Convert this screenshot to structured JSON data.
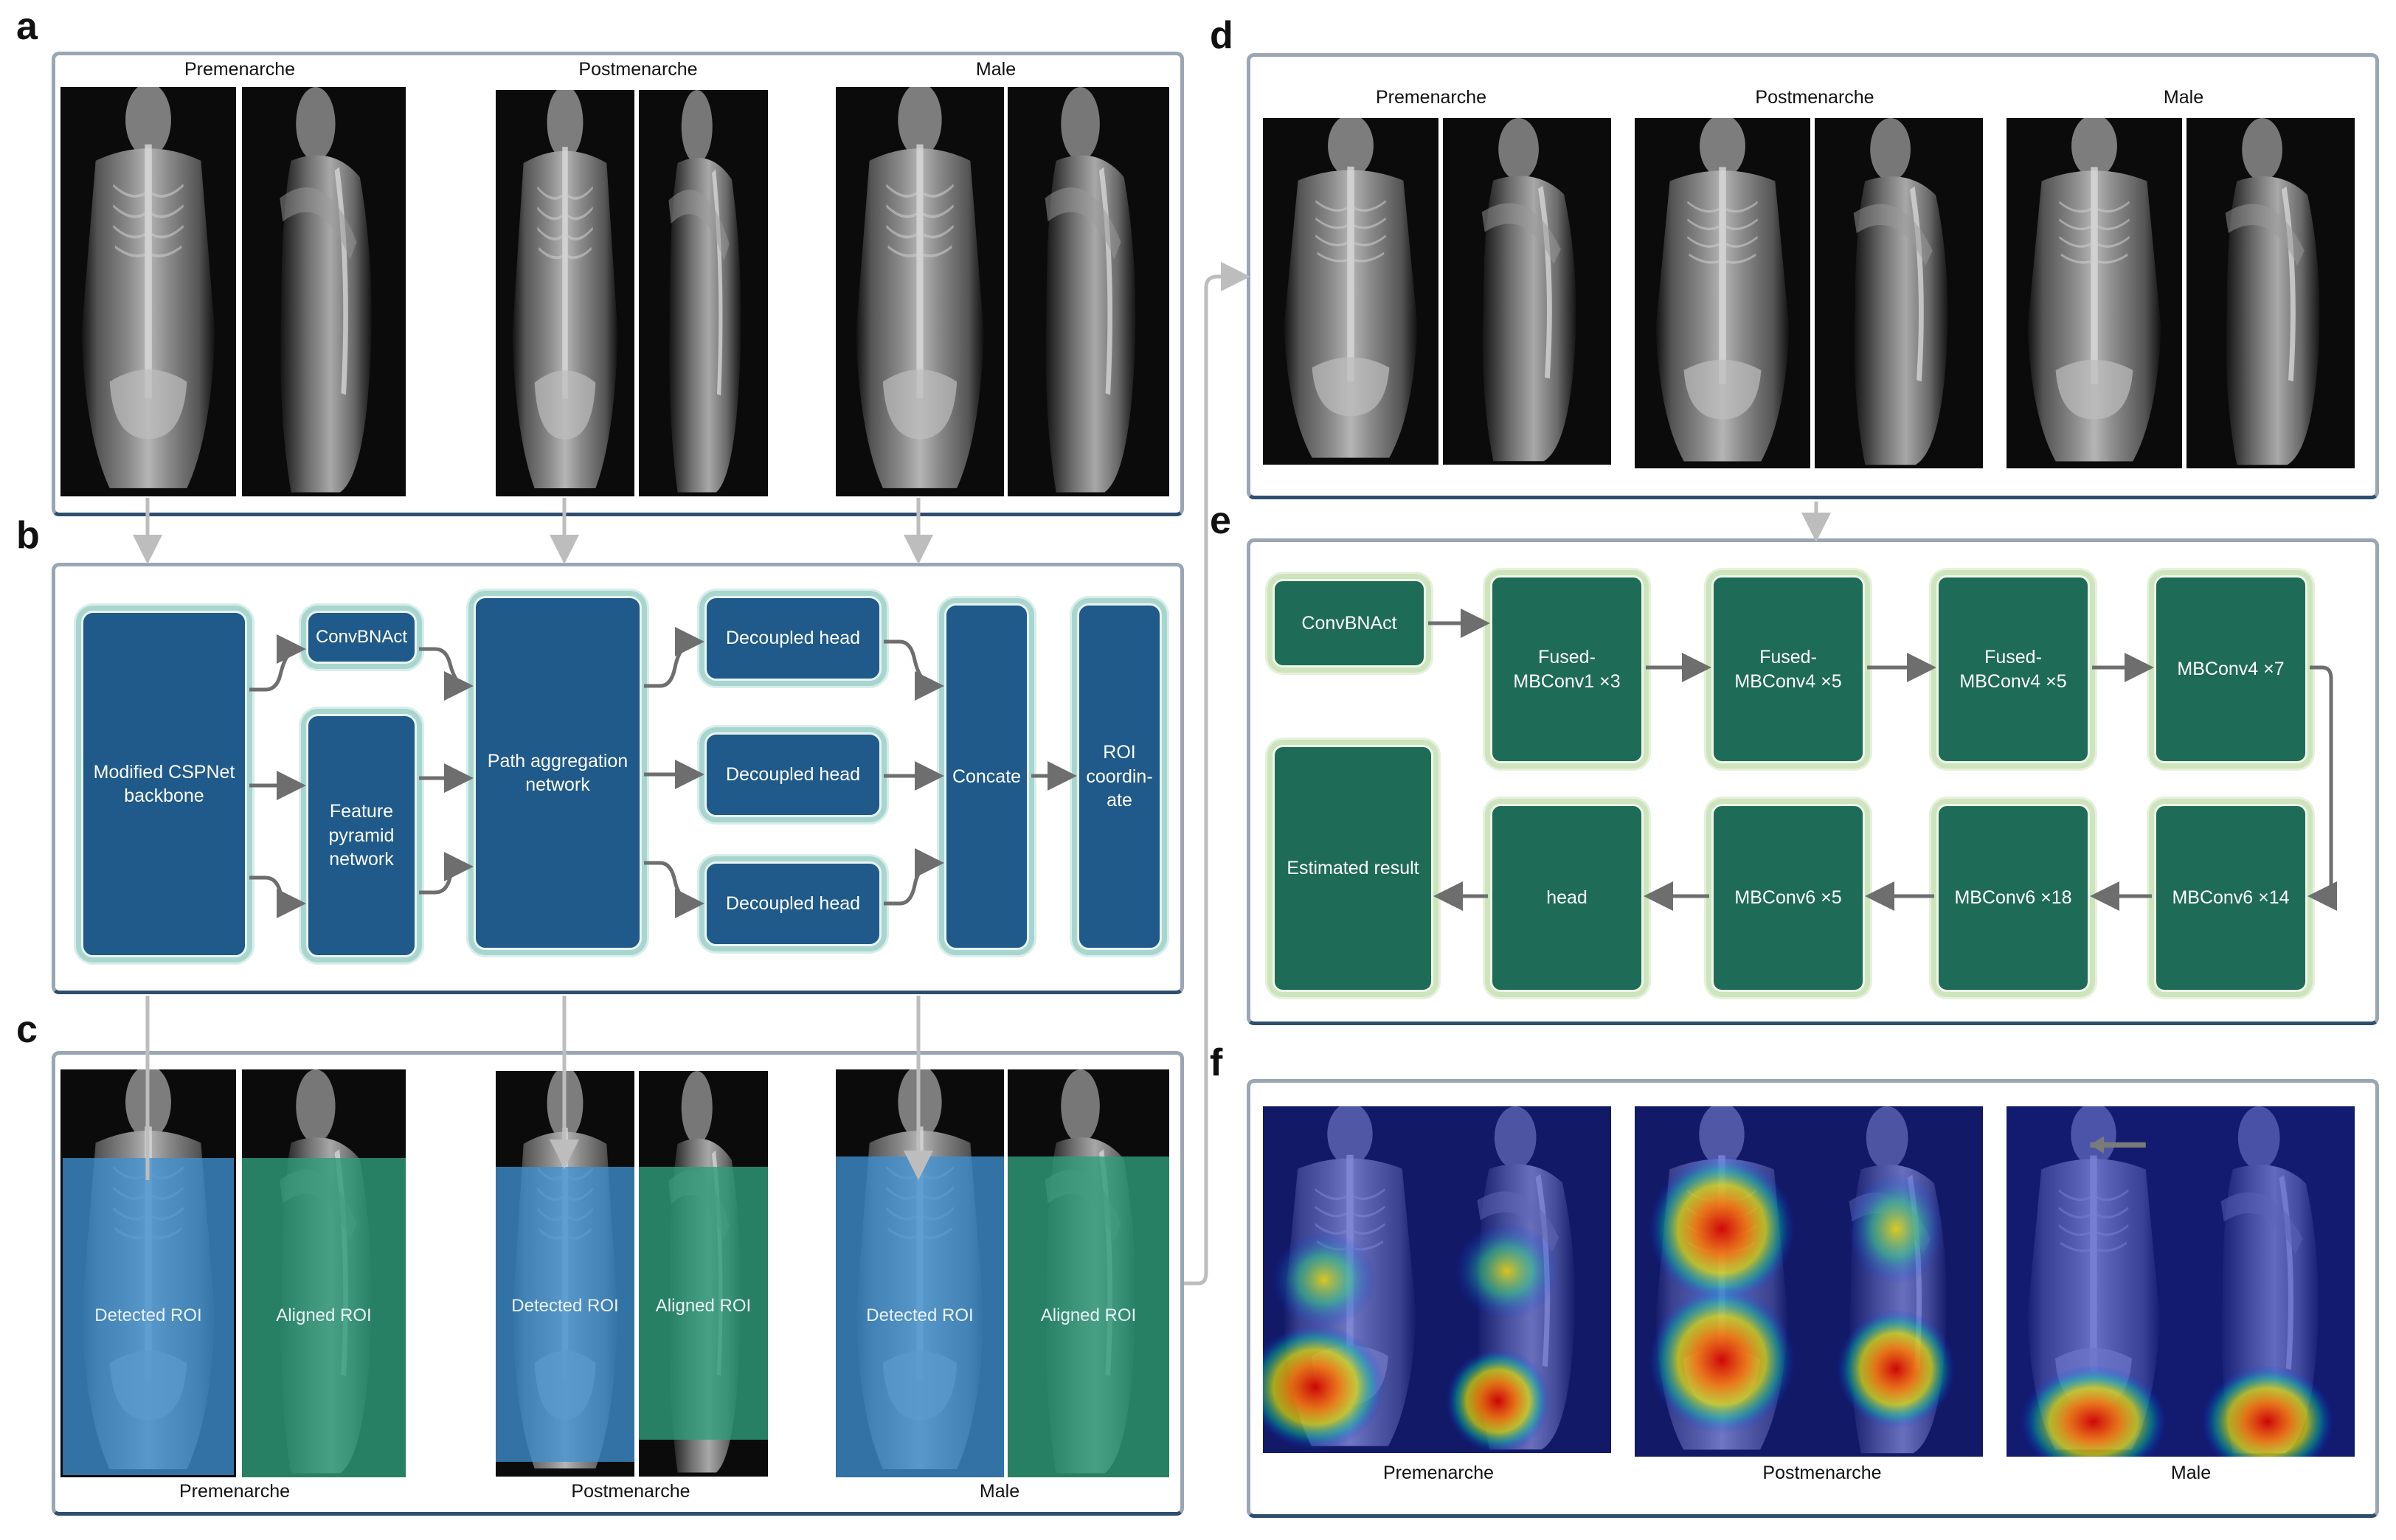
{
  "panel_labels": {
    "a": "a",
    "b": "b",
    "c": "c",
    "d": "d",
    "e": "e",
    "f": "f"
  },
  "panel_a": {
    "captions": [
      "Premenarche",
      "Postmenarche",
      "Male"
    ]
  },
  "panel_b": {
    "backbone": "Modified CSPNet backbone",
    "convbnact": "ConvBNAct",
    "fpn": "Feature pyramid network",
    "pan": "Path aggregation network",
    "heads": [
      "Decoupled head",
      "Decoupled head",
      "Decoupled head"
    ],
    "concat": "Concate",
    "roi": "ROI coordin-ate"
  },
  "panel_c": {
    "captions": [
      "Premenarche",
      "Postmenarche",
      "Male"
    ],
    "detected": "Detected ROI",
    "aligned": "Aligned ROI"
  },
  "panel_d": {
    "captions": [
      "Premenarche",
      "Postmenarche",
      "Male"
    ]
  },
  "panel_e": {
    "top": [
      "ConvBNAct",
      "Fused-MBConv1 ×3",
      "Fused-MBConv4 ×5",
      "Fused-MBConv4 ×5",
      "MBConv4 ×7"
    ],
    "bottom": [
      "Estimated result",
      "head",
      "MBConv6 ×5",
      "MBConv6 ×18",
      "MBConv6 ×14"
    ]
  },
  "panel_f": {
    "captions": [
      "Premenarche",
      "Postmenarche",
      "Male"
    ]
  },
  "colors": {
    "blue_block": "#1f5a8a",
    "green_block": "#1e6b58",
    "roi_blue": "#3d8fd0",
    "roi_green": "#2f9e7a",
    "arrow": "#6e6e6e"
  }
}
